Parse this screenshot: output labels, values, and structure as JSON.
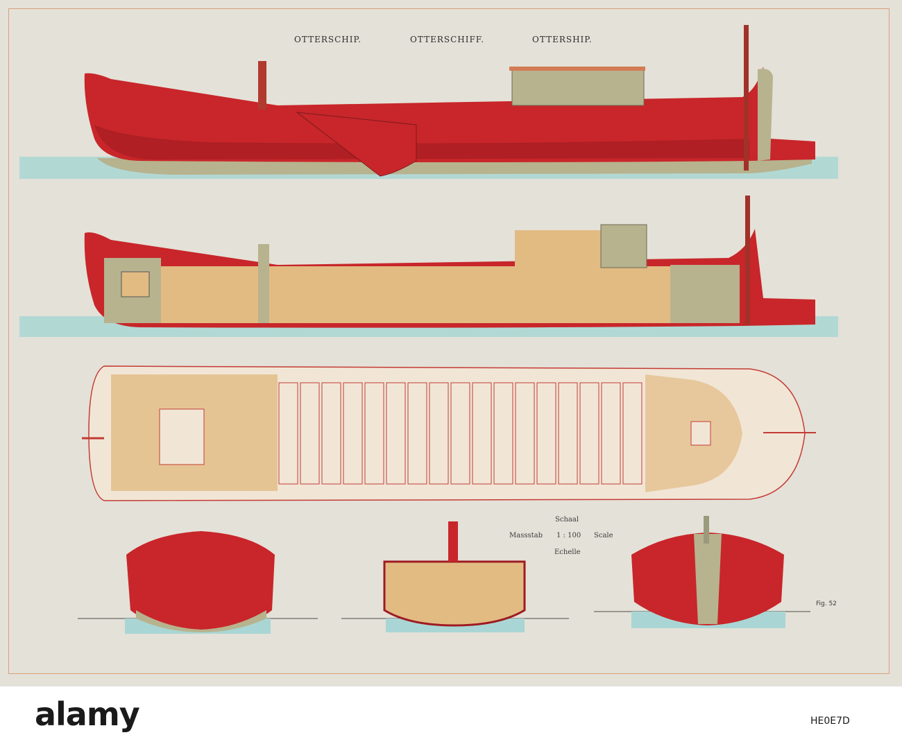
{
  "titles": {
    "dutch": "Otterschip.",
    "german": "Otterschiff.",
    "english": "Ottership."
  },
  "scale": {
    "schaal": "Schaal",
    "massstab": "Massstab",
    "ratio": "1 : 100",
    "scale": "Scale",
    "echelle": "Echelle"
  },
  "figure_label": "Fig. 52",
  "watermark": {
    "logo": "alamy",
    "image_id": "HE0E7D"
  },
  "colors": {
    "hull_red": "#c8262a",
    "hull_dark": "#9e1b22",
    "deck_olive": "#b7b38e",
    "interior_tan": "#e2bb83",
    "water": "#a9d6d4",
    "plate": "#e4e1d8",
    "plan_line": "#c43b35"
  }
}
